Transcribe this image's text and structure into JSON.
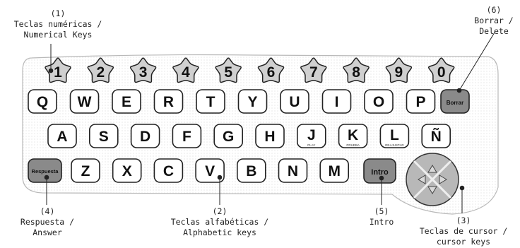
{
  "callouts": {
    "c1": {
      "num": "(1)",
      "line1": "Teclas numéricas /",
      "line2": "Numerical Keys"
    },
    "c6": {
      "num": "(6)",
      "line1": "Borrar /",
      "line2": "Delete"
    },
    "c4": {
      "num": "(4)",
      "line1": "Respuesta /",
      "line2": "Answer"
    },
    "c2": {
      "num": "(2)",
      "line1": "Teclas alfabéticas /",
      "line2": "Alphabetic keys"
    },
    "c5": {
      "num": "(5)",
      "line1": "Intro"
    },
    "c3": {
      "num": "(3)",
      "line1": "Teclas de cursor /",
      "line2": "cursor keys"
    }
  },
  "keyboard": {
    "number_keys": [
      "1",
      "2",
      "3",
      "4",
      "5",
      "6",
      "7",
      "8",
      "9",
      "0"
    ],
    "row1": [
      "Q",
      "W",
      "E",
      "R",
      "T",
      "Y",
      "U",
      "I",
      "O",
      "P"
    ],
    "borrar": "Borrar",
    "row2": [
      "A",
      "S",
      "D",
      "F",
      "G",
      "H",
      "J",
      "K",
      "L",
      "Ñ"
    ],
    "row2_sub": {
      "J": "PLAY",
      "K": "PRUEBA",
      "L": "REAJUSTAR"
    },
    "respuesta": "Respuesta",
    "row3": [
      "Z",
      "X",
      "C",
      "V",
      "B",
      "N",
      "M"
    ],
    "intro": "Intro"
  },
  "colors": {
    "gray_key": "#8a8a8a",
    "outline": "#222222"
  }
}
